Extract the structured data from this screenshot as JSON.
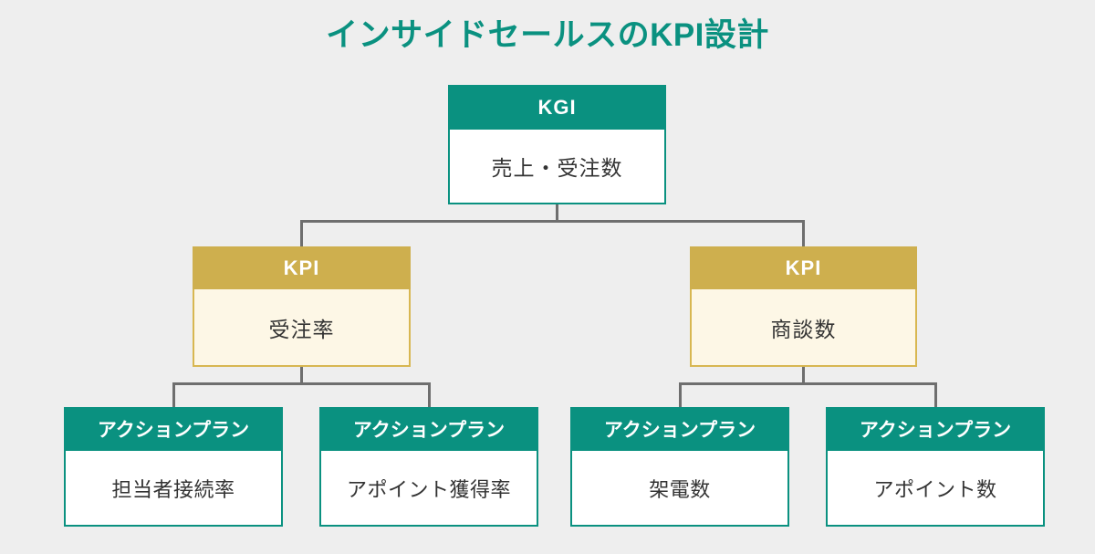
{
  "page": {
    "title": "インサイドセールスのKPI設計",
    "background_color": "#eeeeee"
  },
  "colors": {
    "teal": "#0a9180",
    "gold": "#ceaf4e",
    "cream": "#fdf7e6",
    "white": "#ffffff",
    "line": "#6e6e6e",
    "text": "#333333"
  },
  "tree": {
    "kgi": {
      "level_label": "KGI",
      "metric": "売上・受注数"
    },
    "kpis": [
      {
        "level_label": "KPI",
        "metric": "受注率",
        "actions": [
          {
            "level_label": "アクションプラン",
            "metric": "担当者接続率"
          },
          {
            "level_label": "アクションプラン",
            "metric": "アポイント獲得率"
          }
        ]
      },
      {
        "level_label": "KPI",
        "metric": "商談数",
        "actions": [
          {
            "level_label": "アクションプラン",
            "metric": "架電数"
          },
          {
            "level_label": "アクションプラン",
            "metric": "アポイント数"
          }
        ]
      }
    ]
  }
}
